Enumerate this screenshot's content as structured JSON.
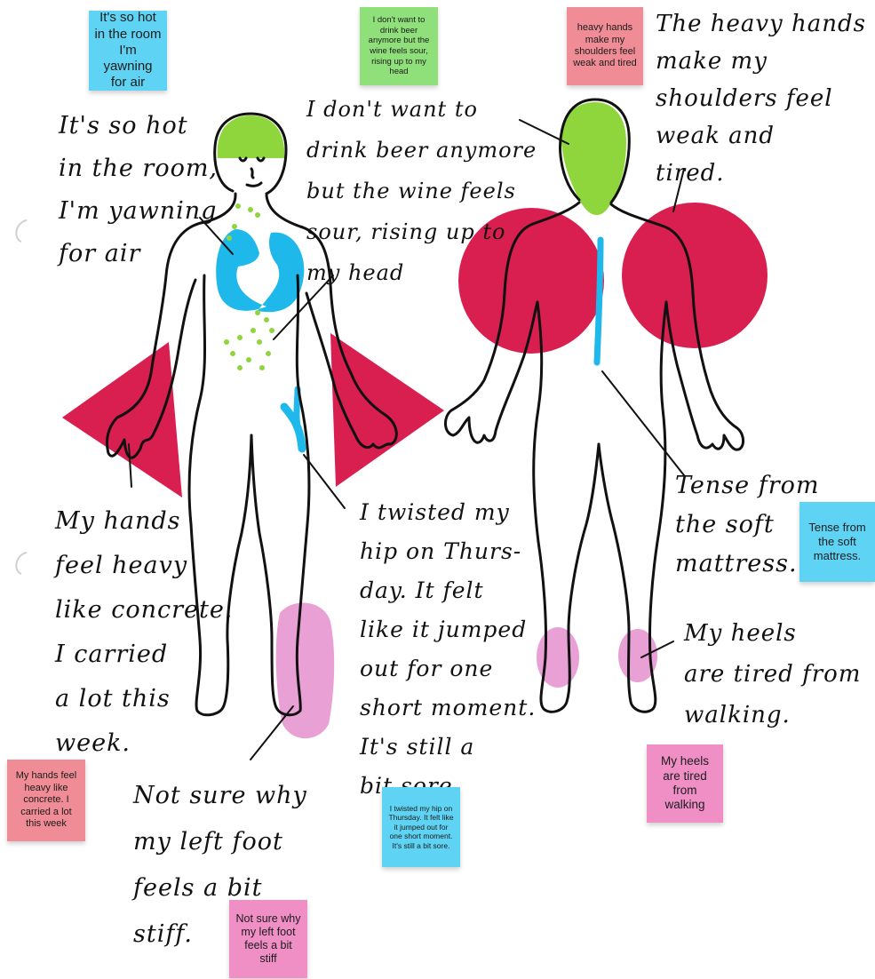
{
  "colors": {
    "blue_note": "#5fd3f3",
    "green_note": "#8fe07a",
    "red_note": "#f08c95",
    "pink_note": "#ef8fc6",
    "blob_red": "#d91f4f",
    "lung_blue": "#1fb8ea",
    "head_green": "#8ed63c",
    "heel_pink": "#e9a0d4"
  },
  "sticky_notes": {
    "hot_room": "It's so hot in the room I'm yawning for air",
    "beer": "I don't want to drink beer anymore but the wine feels sour, rising up to my head",
    "heavy_hands_shoulders": "heavy hands make my shoulders feel weak and tired",
    "tense": "Tense from the soft mattress.",
    "hands_concrete": "My hands feel heavy like concrete. I carried a lot this week",
    "hip": "I twisted my hip on Thursday. It felt like it jumped out for one short moment. It's still a bit sore.",
    "heels": "My heels are tired from walking",
    "foot": "Not sure why my left foot feels a bit stiff"
  },
  "handwriting": {
    "hot_room": "It's so hot\nin the room,\nI'm yawning\nfor air",
    "beer": "I don't want to\ndrink beer anymore\nbut the wine feels\nsour, rising up to\nmy head",
    "shoulders": "The heavy hands\nmake my\nshoulders feel\nweak and\ntired.",
    "hands": "My hands\nfeel heavy\nlike concrete.\nI carried\na lot this\nweek.",
    "hip": "I twisted my\nhip on Thurs-\nday. It felt\nlike it jumped\nout for one\nshort moment.\nIt's still a\nbit sore.",
    "tense": "Tense from\nthe soft\nmattress.",
    "heels": "My heels\nare tired from\nwalking.",
    "foot": "Not sure why\nmy left foot\nfeels a bit\nstiff."
  }
}
